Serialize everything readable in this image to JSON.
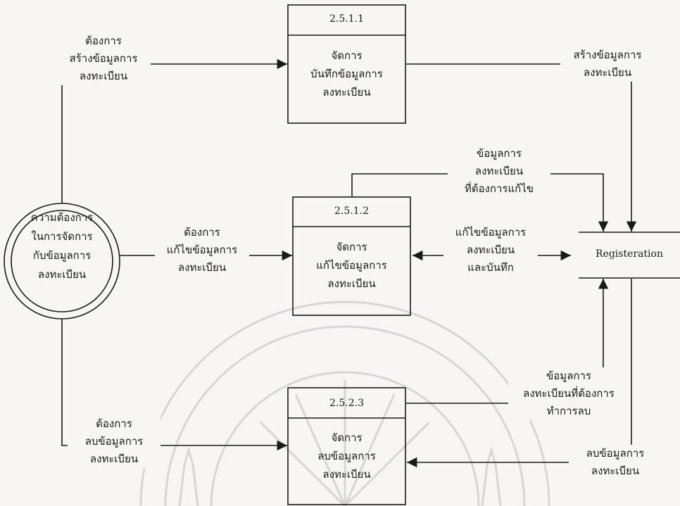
{
  "processes": [
    {
      "id": "2.5.1.1",
      "name": "จัดการ\nบันทึกข้อมูลการ\nลงทะเบียน"
    },
    {
      "id": "2.5.1.2",
      "name": "จัดการ\nแก้ไขข้อมูลการ\nลงทะเบียน"
    },
    {
      "id": "2.5.2.3",
      "name": "จัดการ\nลบข้อมูลการ\nลงทะเบียน"
    }
  ],
  "entity": {
    "name": "ความต้องการ\nในการจัดการ\nกับข้อมูลการ\nลงทะเบียน"
  },
  "data_store": {
    "name": "Registeration"
  },
  "flows": {
    "create_request": "ต้องการ\nสร้างข้อมูลการ\nลงทะเบียน",
    "create_to_store": "สร้างข้อมูลการ\nลงทะเบียน",
    "edit_request": "ต้องการ\nแก้ไขข้อมูลการ\nลงทะเบียน",
    "edit_data_to_store": "ข้อมูลการ\nลงทะเบียน\nที่ต้องการแก้ไข",
    "edit_and_save": "แก้ไขข้อมูลการ\nลงทะเบียน\nและบันทึก",
    "delete_request": "ต้องการ\nลบข้อมูลการ\nลงทะเบียน",
    "delete_data_to_store": "ข้อมูลการ\nลงทะเบียนที่ต้องการ\nทำการลบ",
    "delete_from_store": "ลบข้อมูลการ\nลงทะเบียน"
  }
}
